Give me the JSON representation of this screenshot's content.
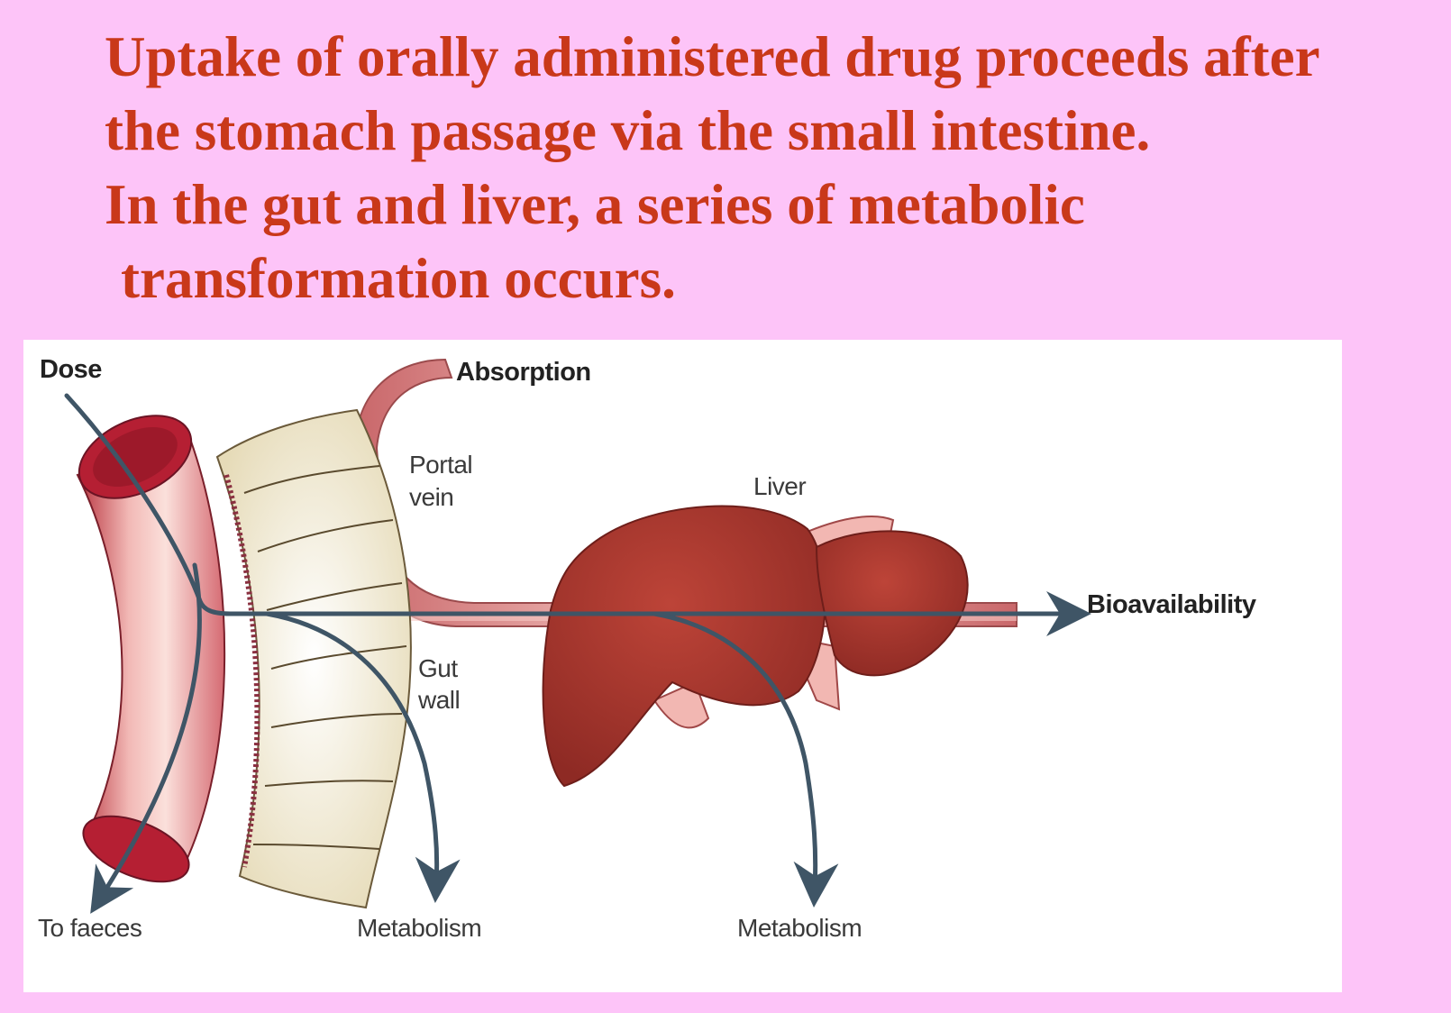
{
  "slide": {
    "title_lines": [
      "Uptake of orally administered drug proceeds after",
      "the stomach passage via the small intestine.",
      "In the gut and liver, a series of metabolic",
      "transformation occurs."
    ]
  },
  "diagram": {
    "labels": {
      "dose": "Dose",
      "absorption": "Absorption",
      "portal_vein_line1": "Portal",
      "portal_vein_line2": "vein",
      "liver": "Liver",
      "bioavailability": "Bioavailability",
      "gut_wall_line1": "Gut",
      "gut_wall_line2": "wall",
      "to_faeces": "To faeces",
      "metabolism_gut": "Metabolism",
      "metabolism_liver": "Metabolism"
    },
    "colors": {
      "title_text": "#c9381a",
      "background": "#fdc4f8",
      "arrow": "#3f5566",
      "liver": "#a8352c",
      "vessel": "#e8a3a0",
      "intestine": "#d56a72",
      "gut_wall": "#f3ead0"
    }
  }
}
